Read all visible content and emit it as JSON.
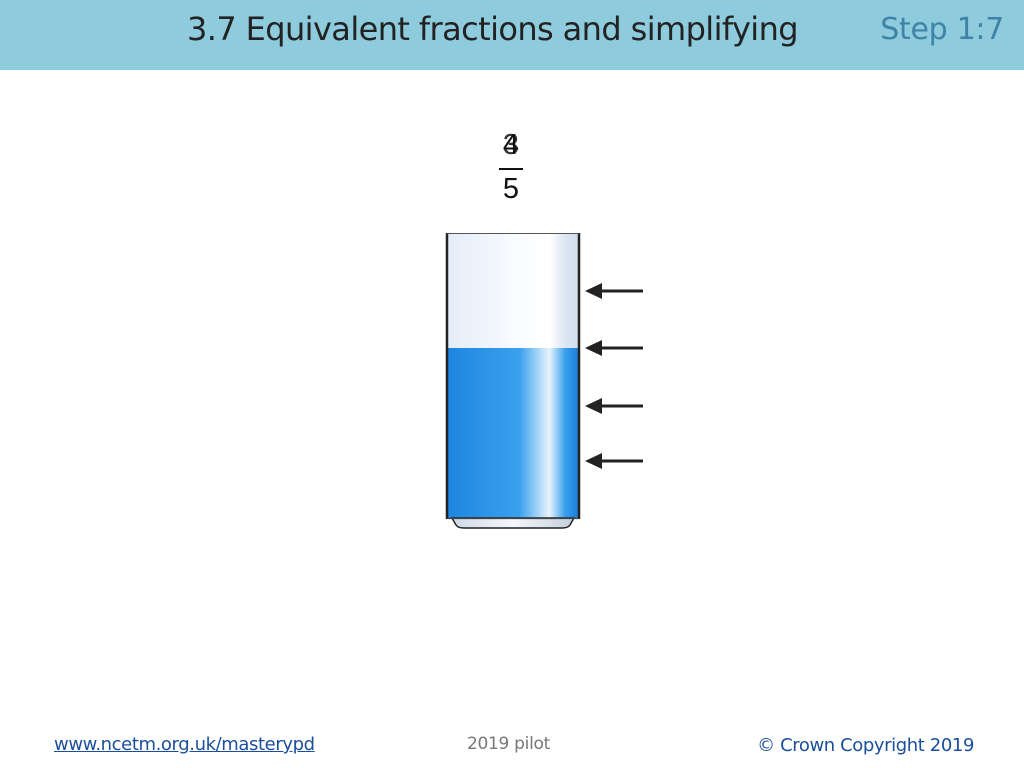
{
  "header": {
    "title": "3.7 Equivalent fractions and simplifying",
    "step": "Step 1:7",
    "background_color": "#8ecbdc",
    "step_color": "#3f83a8"
  },
  "fraction": {
    "numerators": [
      "4",
      "3"
    ],
    "denominator": "5"
  },
  "glass": {
    "water_level": "3/5",
    "water_color": "#1e90e8",
    "arrow_count": 4
  },
  "footer": {
    "link": "www.ncetm.org.uk/masterypd",
    "pilot": "2019 pilot",
    "copyright": "© Crown Copyright 2019"
  }
}
